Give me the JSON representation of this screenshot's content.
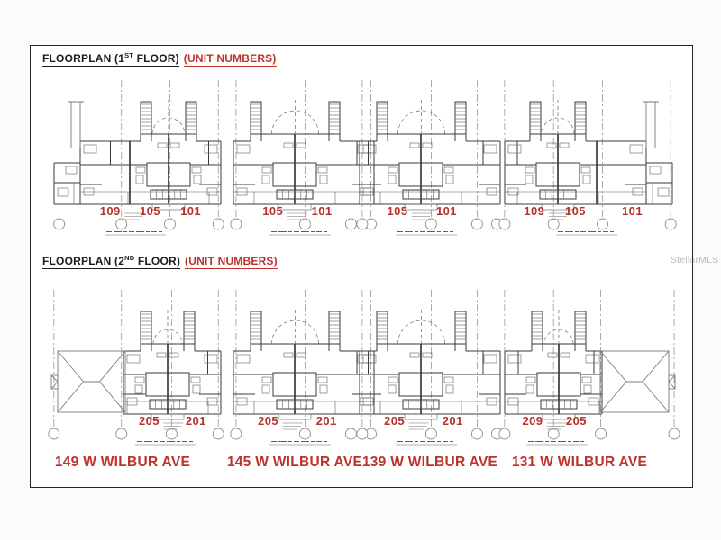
{
  "watermark": "StellarMLS",
  "colors": {
    "accent": "#bd332b",
    "ink": "#3b3b3b"
  },
  "sections": [
    {
      "title": {
        "pre": "FLOORPLAN (1",
        "sup": "ST",
        "post": " FLOOR)",
        "red": "(UNIT NUMBERS)"
      },
      "plans": [
        {
          "units": [
            "109",
            "105",
            "101"
          ]
        },
        {
          "units": [
            "105",
            "101"
          ]
        },
        {
          "units": [
            "105",
            "101"
          ]
        },
        {
          "units": [
            "109",
            "105",
            "101"
          ]
        }
      ]
    },
    {
      "title": {
        "pre": "FLOORPLAN (2",
        "sup": "ND",
        "post": " FLOOR)",
        "red": "(UNIT NUMBERS)"
      },
      "plans": [
        {
          "units": [
            "205",
            "201"
          ]
        },
        {
          "units": [
            "205",
            "201"
          ]
        },
        {
          "units": [
            "205",
            "201"
          ]
        },
        {
          "units": [
            "209",
            "205"
          ]
        }
      ]
    }
  ],
  "addresses": [
    {
      "label": "149 W WILBUR AVE"
    },
    {
      "label": "145 W WILBUR AVE"
    },
    {
      "label": "139 W WILBUR AVE"
    },
    {
      "label": "131 W WILBUR AVE"
    }
  ]
}
